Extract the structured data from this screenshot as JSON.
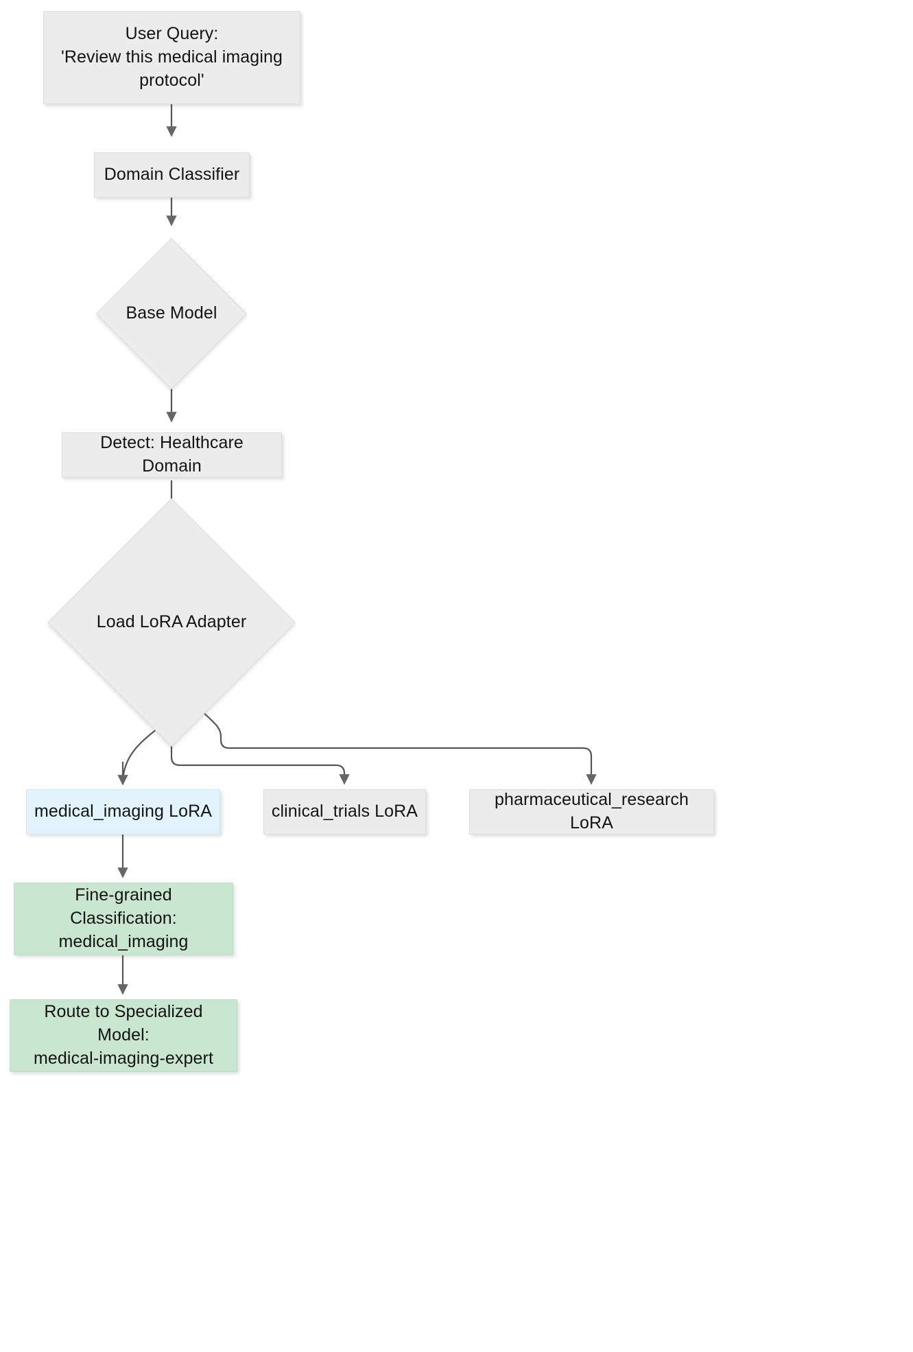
{
  "diagram": {
    "type": "flowchart",
    "direction": "top-down",
    "title": "",
    "palette": {
      "default_fill": "#ececec",
      "default_stroke": "#dcdcdc",
      "highlight_fill": "#e2f3fb",
      "highlight_stroke": "#cfe8f2",
      "result_fill": "#c9e7d0",
      "result_stroke": "#bcdcc3",
      "edge_stroke": "#555555",
      "text_color": "#131313",
      "background": "#ffffff"
    },
    "nodes": [
      {
        "id": "user-query",
        "shape": "rect",
        "style": "default",
        "label": "User Query:\n'Review this medical imaging\nprotocol'"
      },
      {
        "id": "domain-classifier",
        "shape": "rect",
        "style": "default",
        "label": "Domain Classifier"
      },
      {
        "id": "base-model",
        "shape": "diamond",
        "style": "default",
        "label": "Base Model"
      },
      {
        "id": "detect-healthcare-domain",
        "shape": "rect",
        "style": "default",
        "label": "Detect: Healthcare Domain"
      },
      {
        "id": "load-lora-adapter",
        "shape": "diamond",
        "style": "default",
        "label": "Load LoRA Adapter"
      },
      {
        "id": "medical-imaging-lora",
        "shape": "rect",
        "style": "highlight",
        "label": "medical_imaging LoRA"
      },
      {
        "id": "clinical-trials-lora",
        "shape": "rect",
        "style": "default",
        "label": "clinical_trials LoRA"
      },
      {
        "id": "pharmaceutical-research-lora",
        "shape": "rect",
        "style": "default",
        "label": "pharmaceutical_research LoRA"
      },
      {
        "id": "fine-grained-classification",
        "shape": "rect",
        "style": "result",
        "label": "Fine-grained Classification:\nmedical_imaging"
      },
      {
        "id": "route-to-specialized-model",
        "shape": "rect",
        "style": "result",
        "label": "Route to Specialized Model:\nmedical-imaging-expert"
      }
    ],
    "edges": [
      {
        "from": "user-query",
        "to": "domain-classifier",
        "label": ""
      },
      {
        "from": "domain-classifier",
        "to": "base-model",
        "label": ""
      },
      {
        "from": "base-model",
        "to": "detect-healthcare-domain",
        "label": ""
      },
      {
        "from": "detect-healthcare-domain",
        "to": "load-lora-adapter",
        "label": ""
      },
      {
        "from": "load-lora-adapter",
        "to": "medical-imaging-lora",
        "label": ""
      },
      {
        "from": "load-lora-adapter",
        "to": "clinical-trials-lora",
        "label": ""
      },
      {
        "from": "load-lora-adapter",
        "to": "pharmaceutical-research-lora",
        "label": ""
      },
      {
        "from": "medical-imaging-lora",
        "to": "fine-grained-classification",
        "label": ""
      },
      {
        "from": "fine-grained-classification",
        "to": "route-to-specialized-model",
        "label": ""
      }
    ]
  }
}
